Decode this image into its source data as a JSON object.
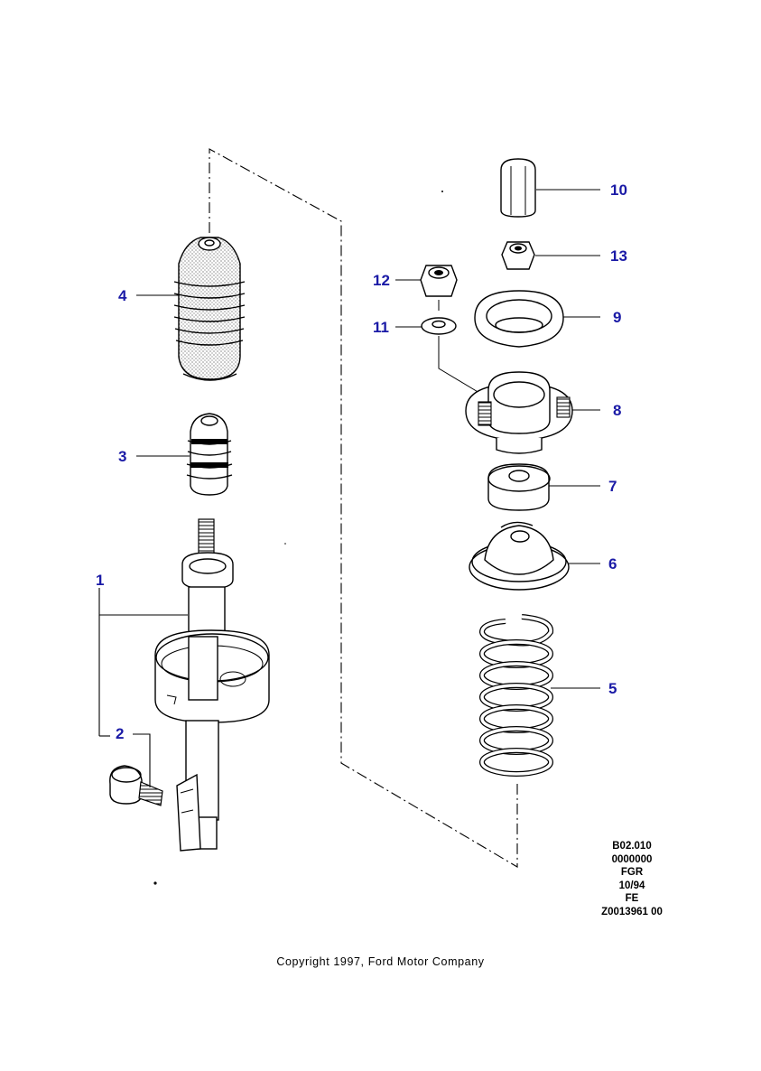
{
  "diagram": {
    "callouts": [
      {
        "id": "1",
        "label": "1"
      },
      {
        "id": "2",
        "label": "2"
      },
      {
        "id": "3",
        "label": "3"
      },
      {
        "id": "4",
        "label": "4"
      },
      {
        "id": "5",
        "label": "5"
      },
      {
        "id": "6",
        "label": "6"
      },
      {
        "id": "7",
        "label": "7"
      },
      {
        "id": "8",
        "label": "8"
      },
      {
        "id": "9",
        "label": "9"
      },
      {
        "id": "10",
        "label": "10"
      },
      {
        "id": "11",
        "label": "11"
      },
      {
        "id": "12",
        "label": "12"
      },
      {
        "id": "13",
        "label": "13"
      }
    ],
    "callout_color": "#1a1aa6"
  },
  "reference": {
    "lines": [
      "B02.010",
      "0000000",
      "FGR",
      "10/94",
      "FE",
      "Z0013961 00"
    ]
  },
  "copyright": "Copyright 1997, Ford Motor Company"
}
